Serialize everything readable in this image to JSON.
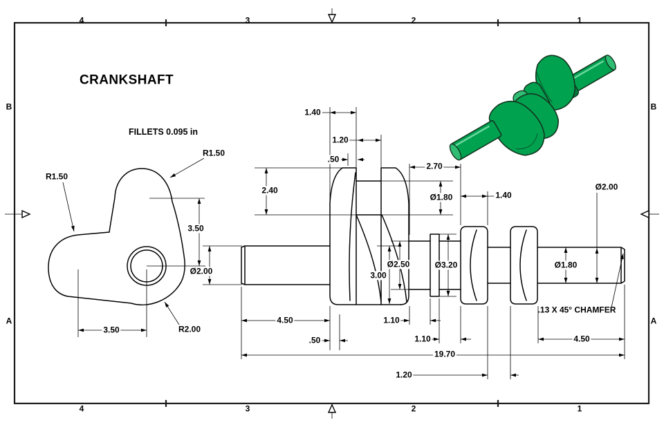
{
  "sheet": {
    "zones_top": [
      "4",
      "3",
      "2",
      "1"
    ],
    "zones_bottom": [
      "4",
      "3",
      "2",
      "1"
    ],
    "zones_left": [
      "B",
      "A"
    ],
    "zones_right": [
      "B",
      "A"
    ],
    "title": "CRANKSHAFT",
    "note": "FILLETS 0.095 in"
  },
  "side_view": {
    "fillet_radius_left": "R1.50",
    "fillet_radius_top": "R1.50",
    "base_radius": "R2.00",
    "pin_offset_vertical": "3.50",
    "lobe_offset_horizontal": "3.50",
    "shaft_dia": "Ø2.00"
  },
  "front_view": {
    "web1_width": "1.40",
    "pin1_length": "1.20",
    "web_top_chamfer": ".50",
    "pin_drop": "2.40",
    "mid_group_span": "2.70",
    "pin_dia": "Ø1.80",
    "web3_width": "1.40",
    "right_boss_dia": "Ø2.00",
    "web_height": "3.00",
    "journal_dia": "Ø2.50",
    "flange_dia": "Ø3.20",
    "right_shaft_dia": "Ø1.80",
    "left_shaft_length": "4.50",
    "web_base_fillet": ".50",
    "journal_left_length": "1.10",
    "journal_right_length": "1.10",
    "right_shaft_length": "4.50",
    "overall_length": "19.70",
    "pin2_length": "1.20",
    "chamfer_note": ".13 X 45° CHAMFER"
  },
  "render_colors": {
    "body": "#00A24F",
    "light": "#2FBD74",
    "dark": "#007C3C",
    "outline": "#12351F",
    "highlight": "#79DCA8"
  },
  "line_color": "#000000",
  "background": "#FFFFFF"
}
